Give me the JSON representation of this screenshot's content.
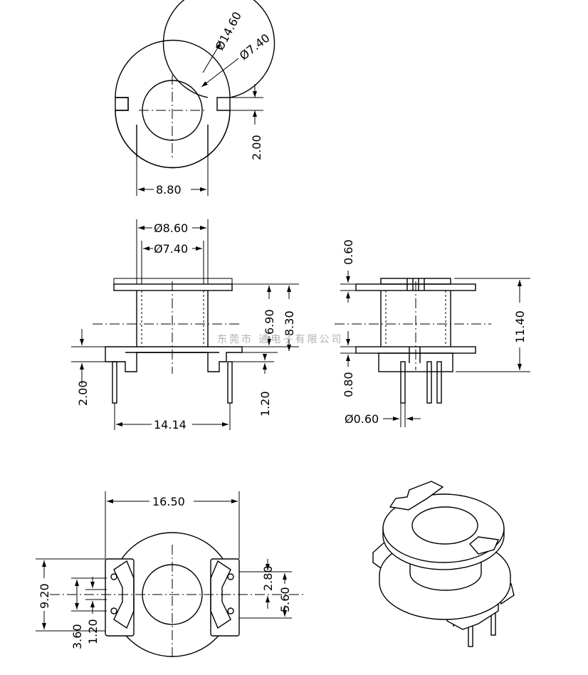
{
  "watermark": "东莞市 通电子有限公司",
  "dimensions": {
    "top_view": {
      "outer_diameter": "Ø14.60",
      "inner_diameter": "Ø7.40",
      "slot_width": "2.00",
      "flat_width": "8.80"
    },
    "front_view": {
      "flange_diameter": "Ø8.60",
      "bore_diameter": "Ø7.40",
      "winding_height": "6.90",
      "height_total": "8.30",
      "base_height": "2.00",
      "pin_length": "1.20",
      "pin_span": "14.14"
    },
    "side_view": {
      "flange_thickness": "0.60",
      "overall_height": "11.40",
      "base_thickness": "0.80",
      "pin_diameter": "Ø0.60"
    },
    "bottom_view": {
      "overall_width": "16.50",
      "overall_depth": "9.20",
      "pin_pitch": "3.60",
      "pin_offset": "1.20",
      "slot_a": "2.80",
      "slot_b": "5.60"
    }
  }
}
